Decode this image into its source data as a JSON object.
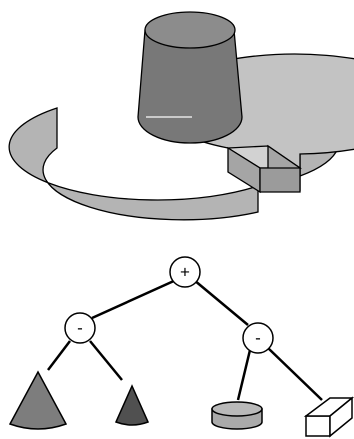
{
  "csg_tree": {
    "root": {
      "operator": "+"
    },
    "left_branch": {
      "operator": "-",
      "operands": [
        "cone",
        "cone"
      ]
    },
    "right_branch": {
      "operator": "-",
      "operands": [
        "cylinder",
        "box"
      ]
    }
  },
  "colors": {
    "outline": "#000000",
    "disc_top": "#c3c3c3",
    "disc_side": "#b4b4b4",
    "boss_body": "#787878",
    "boss_top": "#8c8c8c",
    "notch_face": "#a5a5a5",
    "node_fill": "#ffffff",
    "cone_left": "#7d7d7d",
    "cone_right": "#505050",
    "cylinder": "#aaaaaa",
    "box": "#ffffff"
  }
}
